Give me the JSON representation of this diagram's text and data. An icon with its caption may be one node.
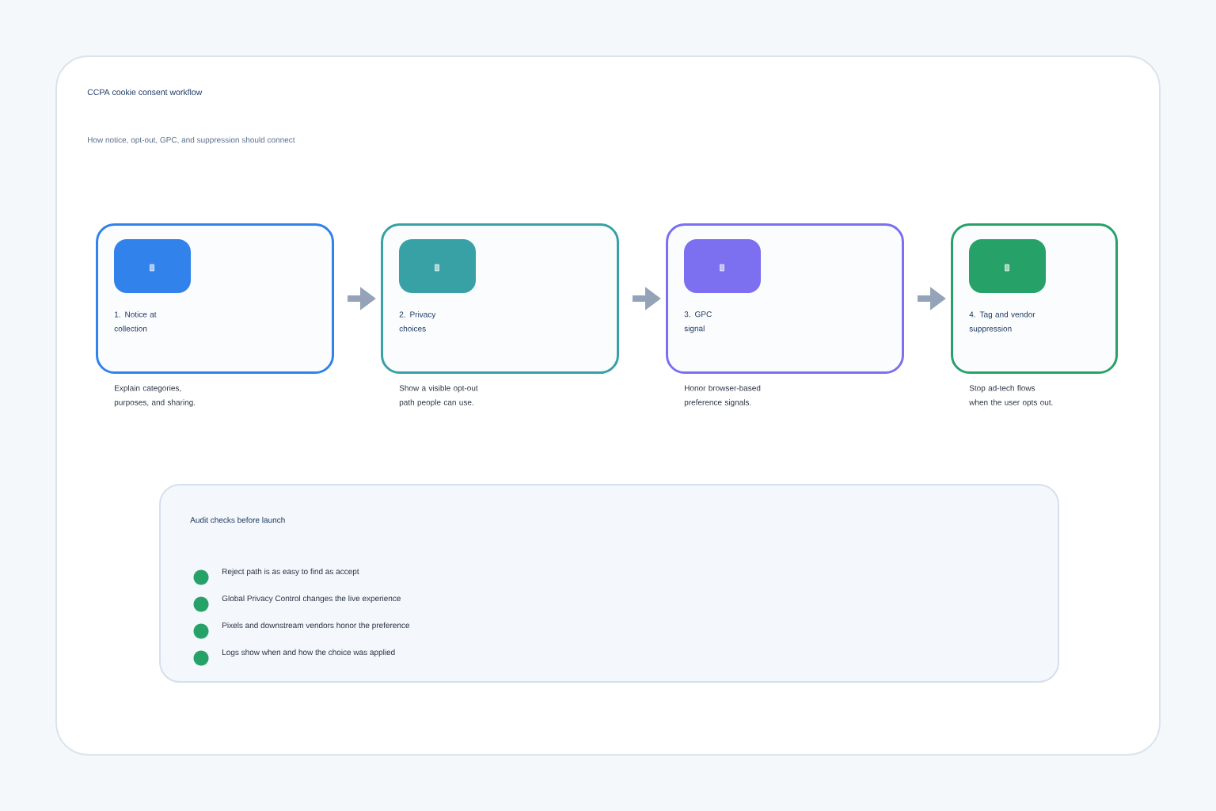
{
  "diagram": {
    "title": "CCPA cookie consent workflow",
    "nodes": [
      {
        "text": [
          "1. Notice at collection"
        ],
        "beside": [
          "Explain categories, purposes, and sharing."
        ]
      },
      {
        "text": [
          "2. Privacy choices"
        ],
        "beside": [
          "Show a visible opt-out path people can use."
        ]
      },
      {
        "text": [
          "3. GPC signal"
        ],
        "beside": [
          "Honor browser-based preference signals."
        ]
      },
      {
        "text": [
          "4. Tag and vendor suppression"
        ],
        "beside": [
          "Stop ad-tech flows when the user opts out."
        ]
      },
      {
        "text": [
          "Audit checks before launch",
          "Reject path is as easy to find as accept",
          "Global Privacy Control changes the live experience",
          "Pixels and downstream vendors honor the preference",
          "Logs show when and how the choice was applied"
        ]
      }
    ],
    "edges": [
      {
        "from": 0,
        "to": 1,
        "arrow": "to"
      },
      {
        "from": 1,
        "to": 2,
        "arrow": "to"
      },
      {
        "from": 2,
        "to": 3,
        "arrow": "to"
      }
    ],
    "labels": [
      "How notice, opt-out, GPC, and suppression should connect"
    ]
  }
}
